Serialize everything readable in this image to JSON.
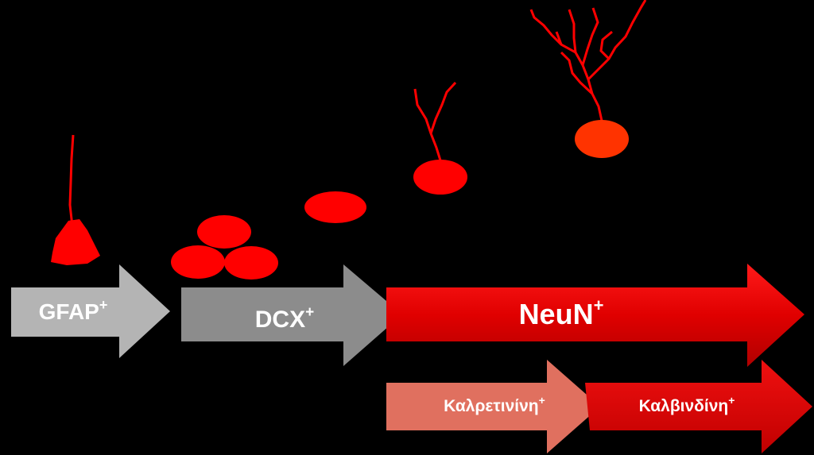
{
  "markers": [
    {
      "id": "gfap",
      "label": "GFAP",
      "sup": "+",
      "color": "#b4b4b4"
    },
    {
      "id": "dcx",
      "label": "DCX",
      "sup": "+",
      "color": "#8c8c8c"
    },
    {
      "id": "neun",
      "label": "NeuN",
      "sup": "+",
      "color": "#e60000"
    },
    {
      "id": "calretinin",
      "label": "Καλρετινίνη",
      "sup": "+",
      "color": "#e0705f"
    },
    {
      "id": "calbindin",
      "label": "Καλβινδίνη",
      "sup": "+",
      "color": "#d80000"
    }
  ],
  "cell_color": "#ff0000",
  "mature_cell_color": "#ff3300",
  "background": "#000000"
}
